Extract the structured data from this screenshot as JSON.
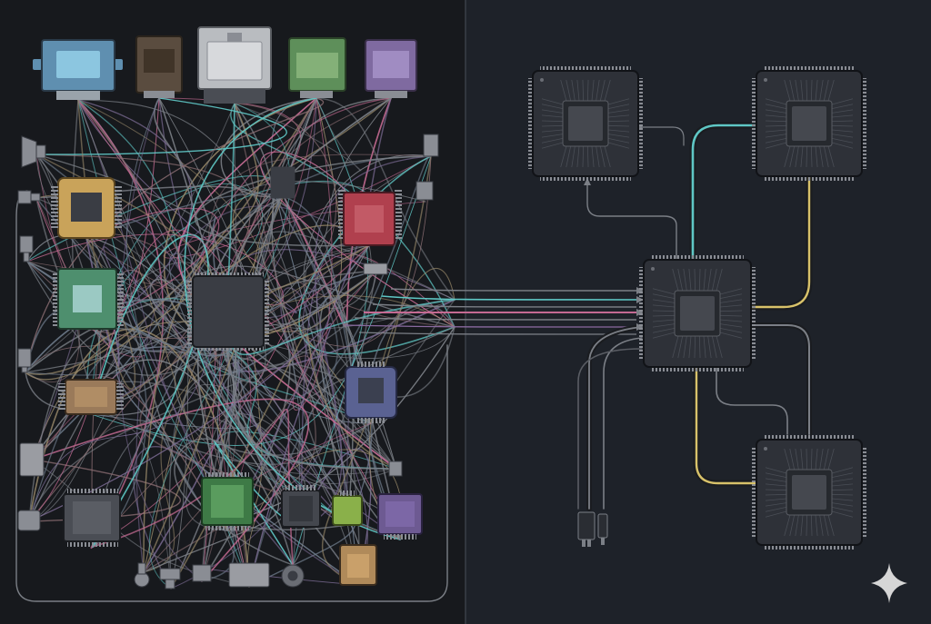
{
  "colors": {
    "left_bg": "#17191d",
    "right_bg": "#1e2229",
    "divider": "#3a3f48",
    "wire_gray": "#7b7f86",
    "wire_pink": "#c46a92",
    "wire_cyan": "#5fc7c5",
    "wire_yellow": "#d8c26a",
    "chip_dark": "#3a3d44",
    "chip_body": "#2e3138",
    "chip_core": "#45484f",
    "watermark": "#d6d6d6"
  },
  "left_panel": {
    "modules": [
      {
        "id": "ecu-blue",
        "name": "ecu-module-blue",
        "color": "#5f8fb0",
        "screen": "#8cc6e0"
      },
      {
        "id": "ecu-brown",
        "name": "ecu-module-brown",
        "color": "#5a4c3f",
        "screen": "#403428"
      },
      {
        "id": "ecu-silver",
        "name": "ecu-module-silver",
        "color": "#b9bcc0",
        "screen": "#d7d9dc"
      },
      {
        "id": "ecu-green",
        "name": "ecu-module-green",
        "color": "#5e8f5a",
        "screen": "#84b078"
      },
      {
        "id": "ecu-purple",
        "name": "ecu-module-purple",
        "color": "#7f6aa0",
        "screen": "#a08cc2"
      },
      {
        "id": "ecu-gold",
        "name": "ecu-module-gold",
        "color": "#c9a35a",
        "screen": "#3a3d44"
      },
      {
        "id": "ecu-red",
        "name": "ecu-module-red",
        "color": "#b0404e",
        "screen": "#c25a66"
      },
      {
        "id": "ecu-teal",
        "name": "ecu-module-teal",
        "color": "#4e8f6e",
        "screen": "#9bc9c3"
      },
      {
        "id": "ecu-central",
        "name": "central-processor",
        "color": "#3a3d44",
        "screen": "#33363c"
      },
      {
        "id": "ecu-tan",
        "name": "ecu-module-tan",
        "color": "#9a7a5a",
        "screen": "#b08d65"
      },
      {
        "id": "ecu-slate",
        "name": "ecu-module-slate",
        "color": "#5a6292",
        "screen": "#3b4050"
      },
      {
        "id": "ecu-gray",
        "name": "ecu-module-gray",
        "color": "#4a4d54",
        "screen": "#5a5d64"
      },
      {
        "id": "ecu-green2",
        "name": "ecu-module-green-small",
        "color": "#3e7a46",
        "screen": "#5a9c5e"
      },
      {
        "id": "ecu-charcoal",
        "name": "ecu-module-charcoal",
        "color": "#44474e",
        "screen": "#34373d"
      },
      {
        "id": "ecu-lime",
        "name": "ecu-module-lime",
        "color": "#8ab04a",
        "screen": "#a4c85c"
      },
      {
        "id": "ecu-violet",
        "name": "ecu-module-violet",
        "color": "#6d5a92",
        "screen": "#7c67a6"
      },
      {
        "id": "ecu-amber",
        "name": "ecu-module-amber",
        "color": "#b08a5a",
        "screen": "#c9a06a"
      }
    ],
    "connectors": [
      "speaker-connector-icon",
      "plug-connector-icon",
      "jack-connector-icon",
      "sensor-connector-icon",
      "relay-connector-icon",
      "fuse-connector-icon",
      "bulb-connector-icon",
      "antenna-connector-icon",
      "round-connector-icon",
      "usb-connector-icon",
      "camera-connector-icon",
      "motor-connector-icon"
    ]
  },
  "right_panel": {
    "chips": [
      {
        "id": "zone-top-left",
        "name": "zone-controller-top-left"
      },
      {
        "id": "zone-top-right",
        "name": "zone-controller-top-right"
      },
      {
        "id": "central",
        "name": "central-compute-chip"
      },
      {
        "id": "zone-bottom-right",
        "name": "zone-controller-bottom-right"
      }
    ],
    "connectors": [
      "plug-connector-icon",
      "jack-connector-icon"
    ]
  },
  "watermark_icon": "sparkle-icon"
}
